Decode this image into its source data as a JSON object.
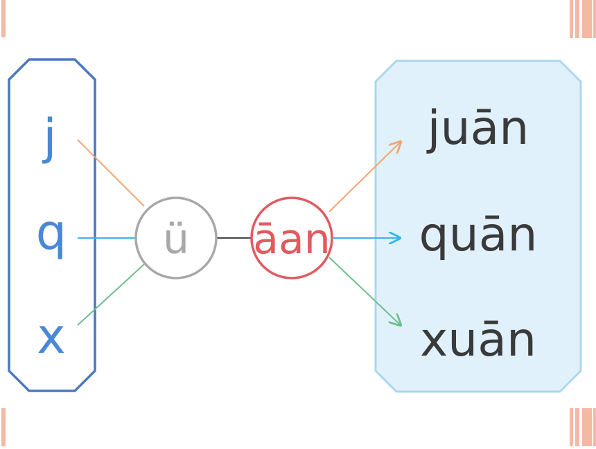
{
  "initials": [
    "j",
    "q",
    "x"
  ],
  "medial": "ü",
  "final": "āan",
  "results": [
    "juān",
    "quān",
    "xuān"
  ],
  "colors": {
    "left_box": "#4a78c0",
    "initials_text": "#4a88d6",
    "right_box_fill": "#e1f1fb",
    "right_box_stroke": "#a9d8f1",
    "medial_circle": "#a8a8a8",
    "final_circle": "#e05a5f",
    "line_j": "#f0a574",
    "line_q": "#33b7e9",
    "line_x": "#6cbf8d",
    "connector": "#444444",
    "result_text": "#3a3a3a",
    "corner_accent": "#f4b9a3"
  }
}
